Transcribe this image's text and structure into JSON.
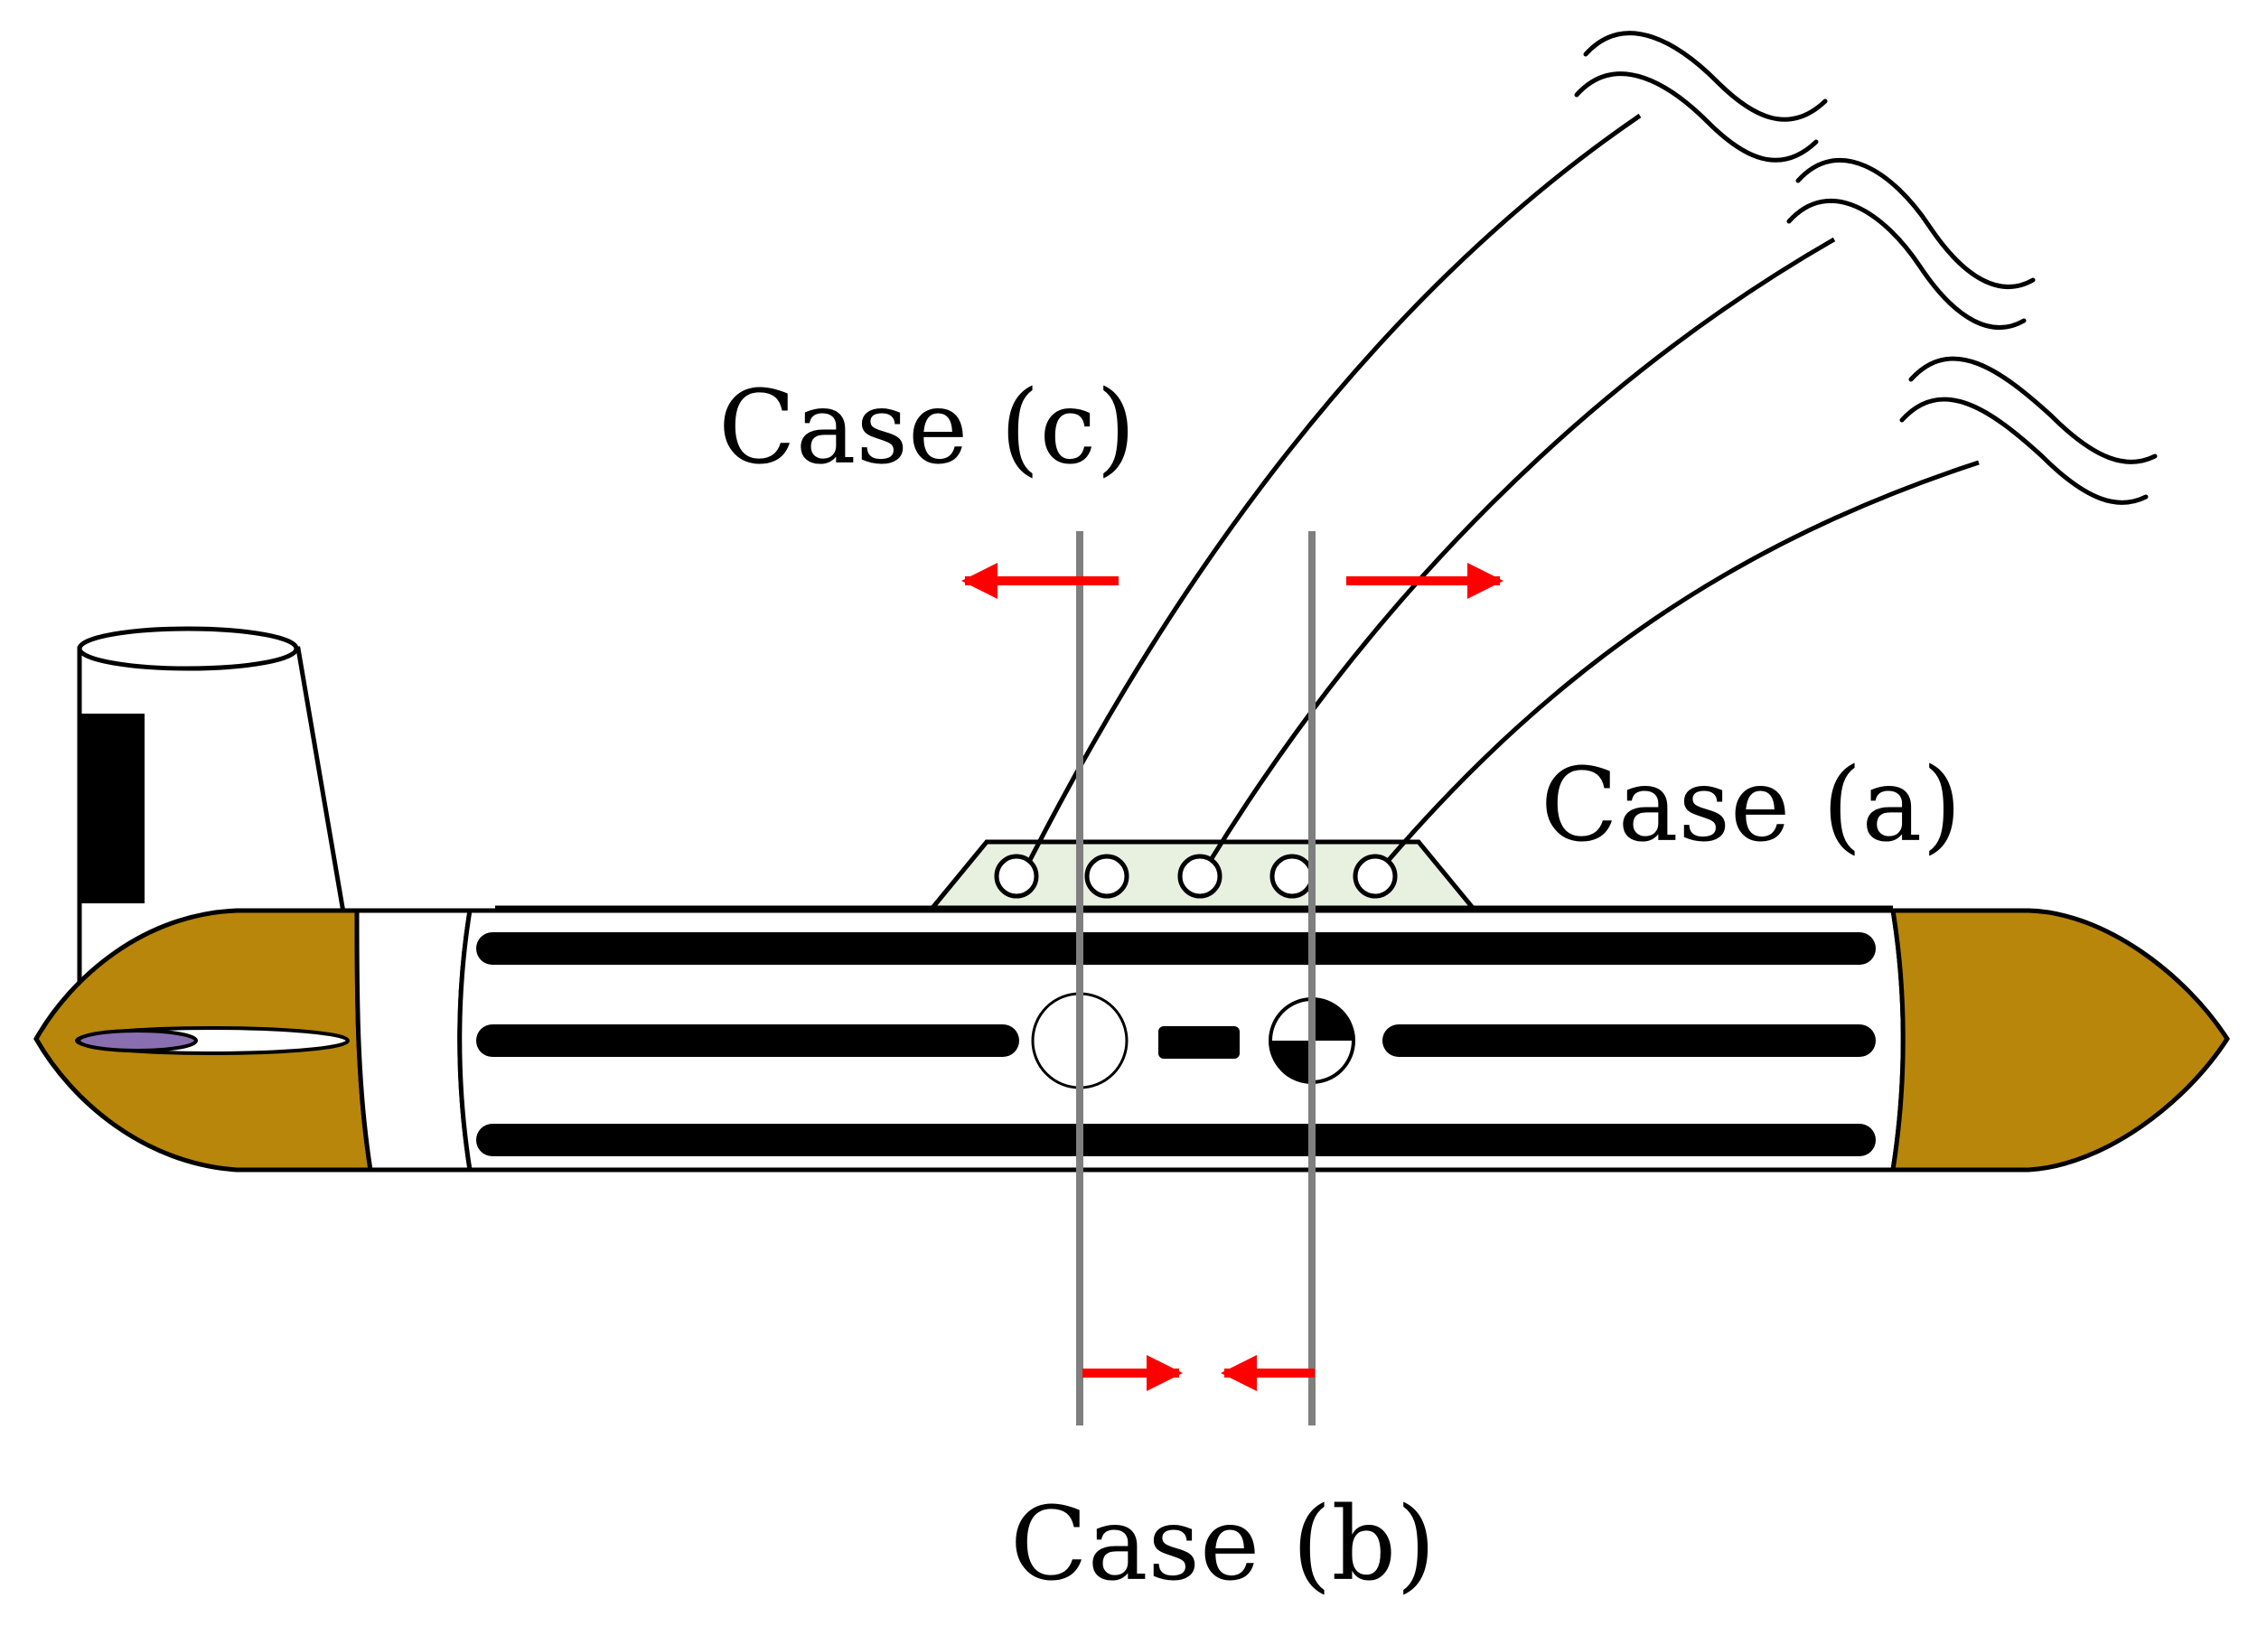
{
  "labels": {
    "case_a": "Case (a)",
    "case_b": "Case (b)",
    "case_c": "Case (c)"
  },
  "colors": {
    "hull_fill": "#ffffff",
    "end_caps": "#b8860b",
    "outline": "#000000",
    "tow_mount": "#e8f0e0",
    "rail": "#000000",
    "fin_accent": "#8a6fb0",
    "guide_lines": "#7f7f7f",
    "arrows": "#ff0000"
  }
}
